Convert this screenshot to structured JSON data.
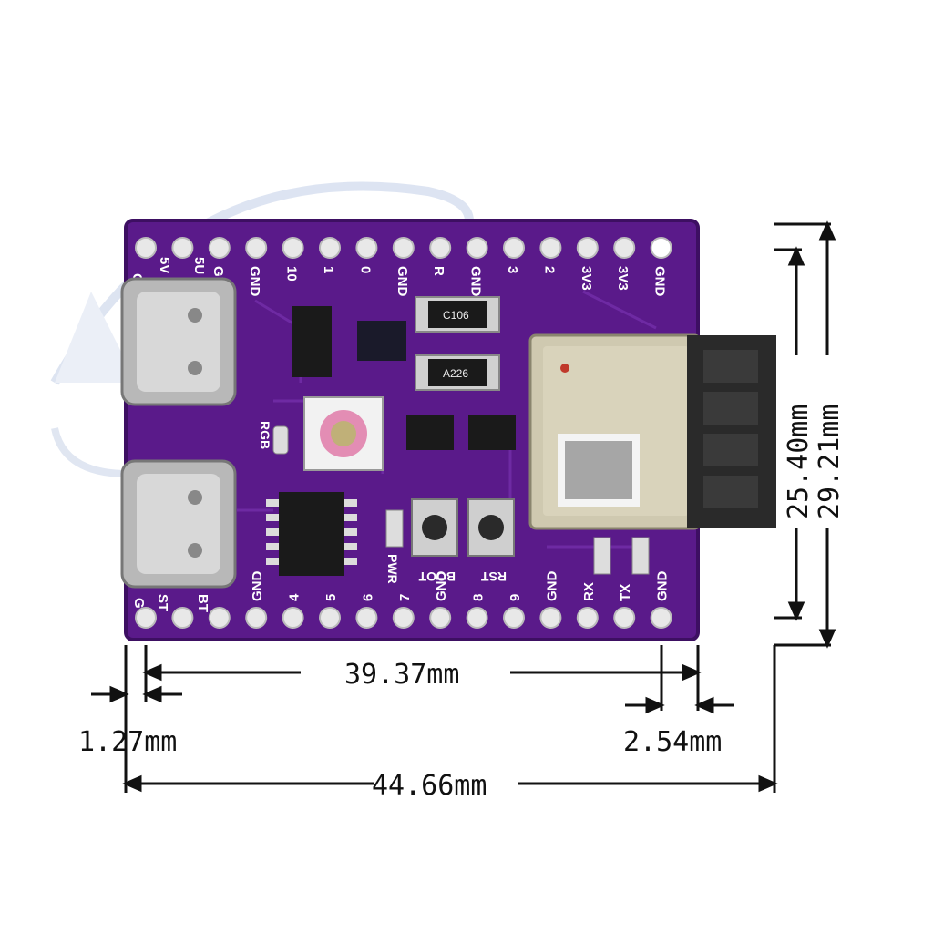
{
  "board": {
    "colors": {
      "pcb": "#5a1a8a",
      "pcb_edge": "#3d0f62",
      "pad": "#e8e8e8",
      "usb": "#b8b8b8",
      "module": "#c9c3a8",
      "header": "#2a2a2a",
      "chip": "#1a1a1a"
    },
    "top_pins": [
      "GND",
      "GND",
      "10",
      "1",
      "0",
      "GND",
      "R",
      "GND",
      "3",
      "2",
      "3V3",
      "3V3",
      "GND"
    ],
    "top_left_labels": [
      "G",
      "5V",
      "5U"
    ],
    "bottom_pins": [
      "GND",
      "4",
      "5",
      "6",
      "7",
      "GND",
      "8",
      "9",
      "GND",
      "RX",
      "TX",
      "GND"
    ],
    "bottom_left_labels": [
      "G",
      "ST",
      "BT"
    ],
    "silkscreen": {
      "rgb": "RGB",
      "pwr": "PWR",
      "boot": "BOOT",
      "rst": "RST",
      "cap1": "C106",
      "cap2": "A226"
    }
  },
  "dimensions": {
    "width_inner": "39.37mm",
    "width_total": "44.66mm",
    "left_offset": "1.27mm",
    "right_offset": "2.54mm",
    "height_inner": "25.40mm",
    "height_total": "29.21mm"
  }
}
